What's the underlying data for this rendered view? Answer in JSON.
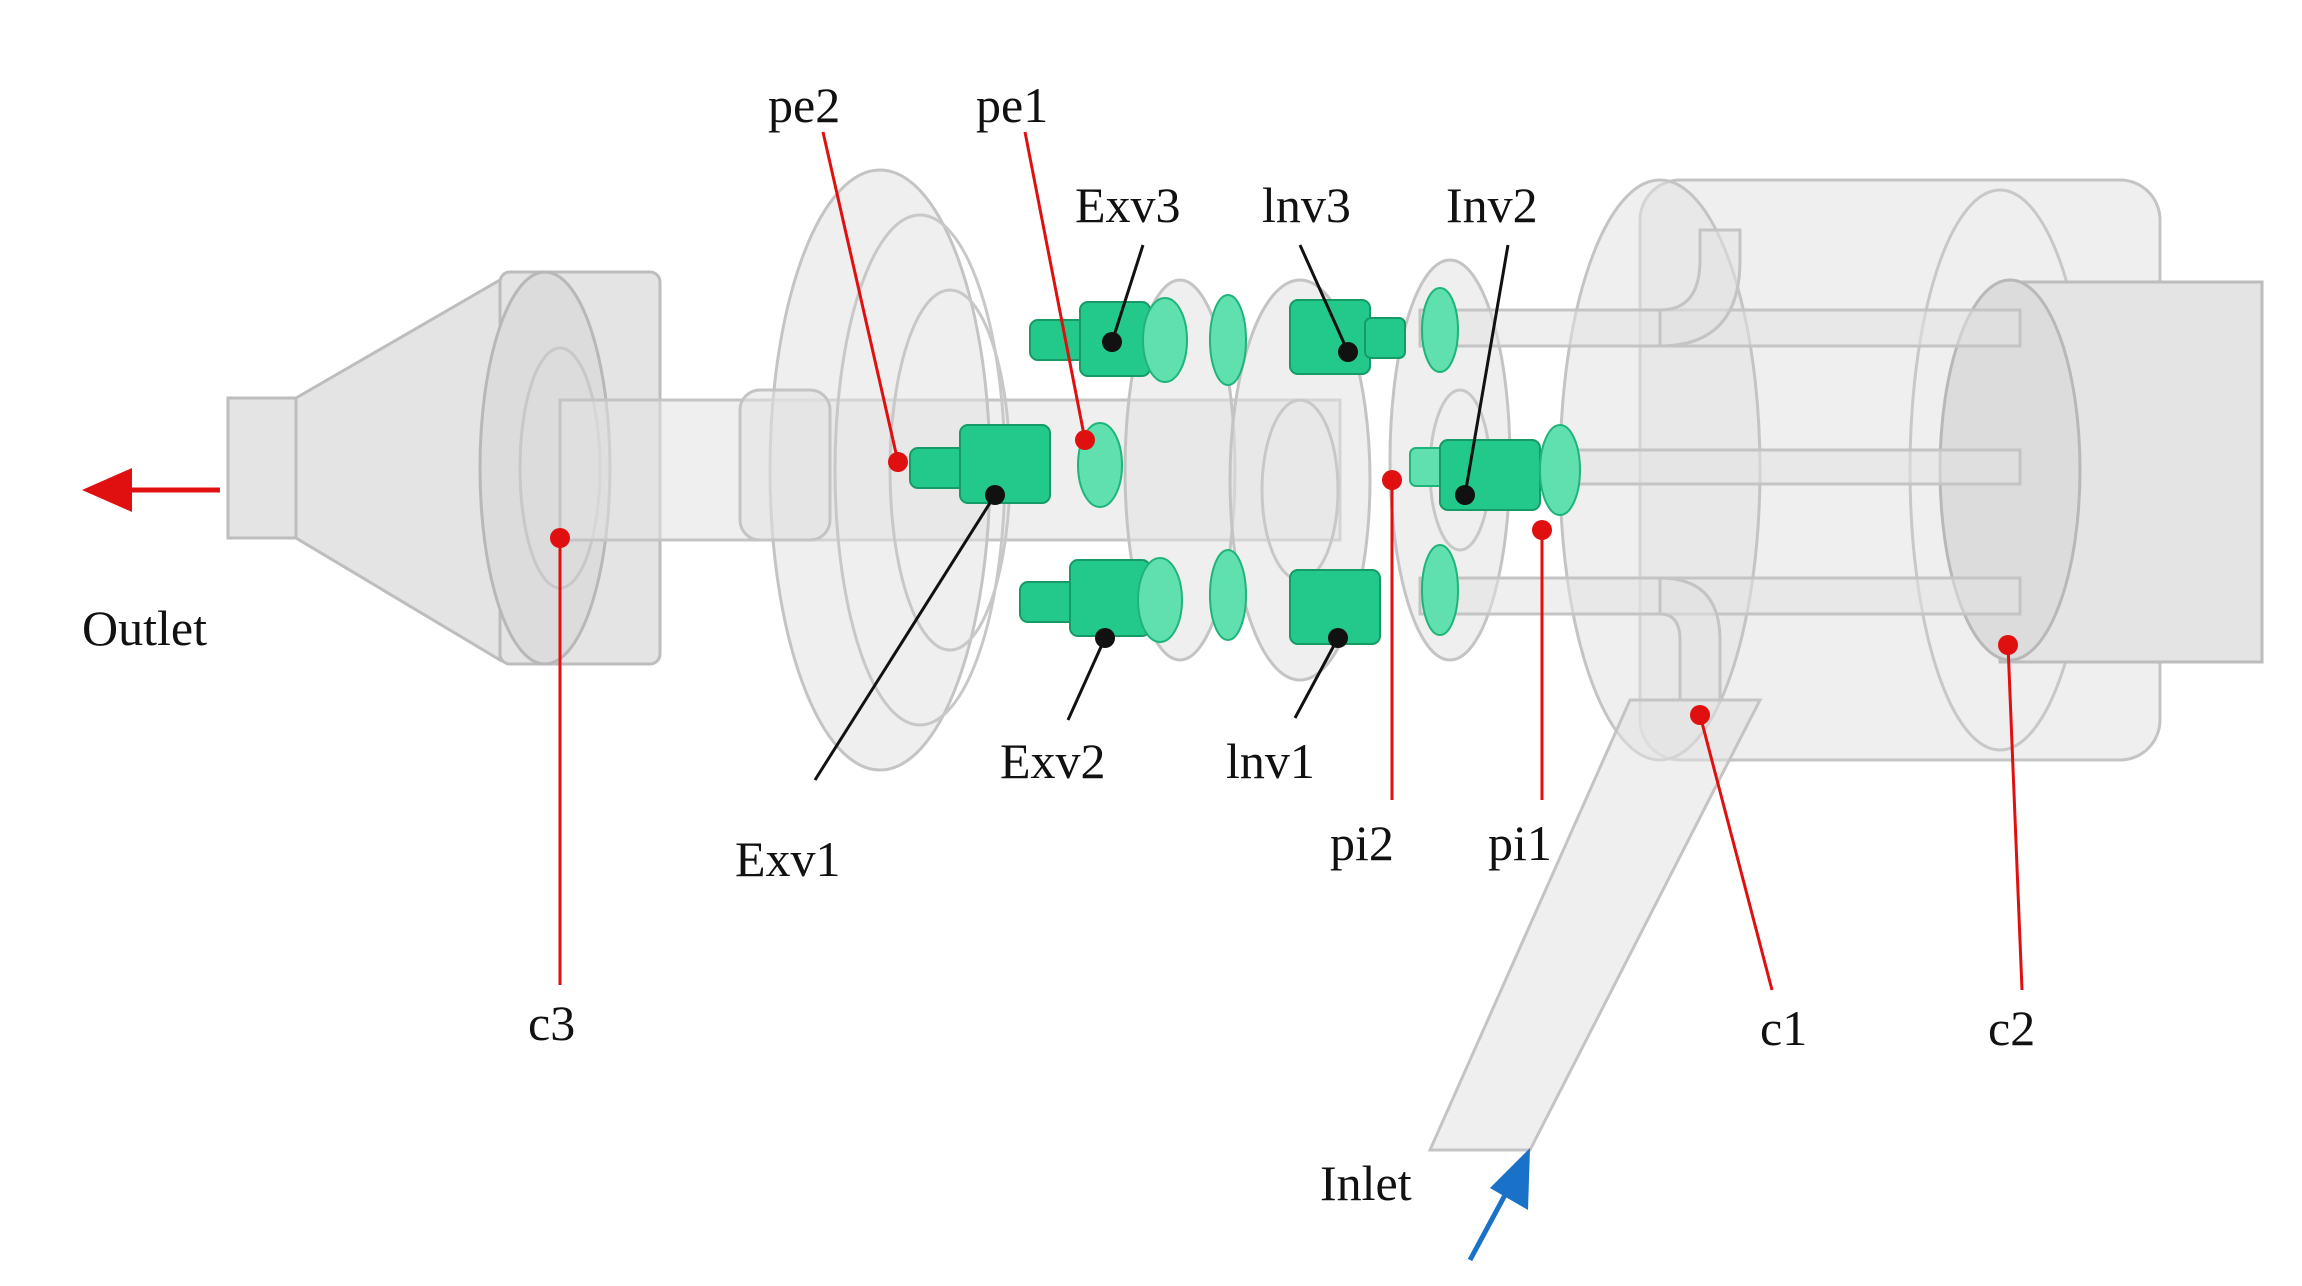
{
  "labels": {
    "pe2": "pe2",
    "pe1": "pe1",
    "exv3": "Exv3",
    "inv3": "lnv3",
    "inv2": "Inv2",
    "outlet": "Outlet",
    "exv1": "Exv1",
    "exv2": "Exv2",
    "inv1": "lnv1",
    "pi2": "pi2",
    "pi1": "pi1",
    "c3": "c3",
    "c1": "c1",
    "c2": "c2",
    "inlet": "Inlet"
  },
  "colors": {
    "valve": "#22c98a",
    "pressure_probe": "#e01010",
    "valve_marker": "#111111",
    "outlet_arrow": "#e01010",
    "inlet_arrow": "#1a72c8"
  }
}
